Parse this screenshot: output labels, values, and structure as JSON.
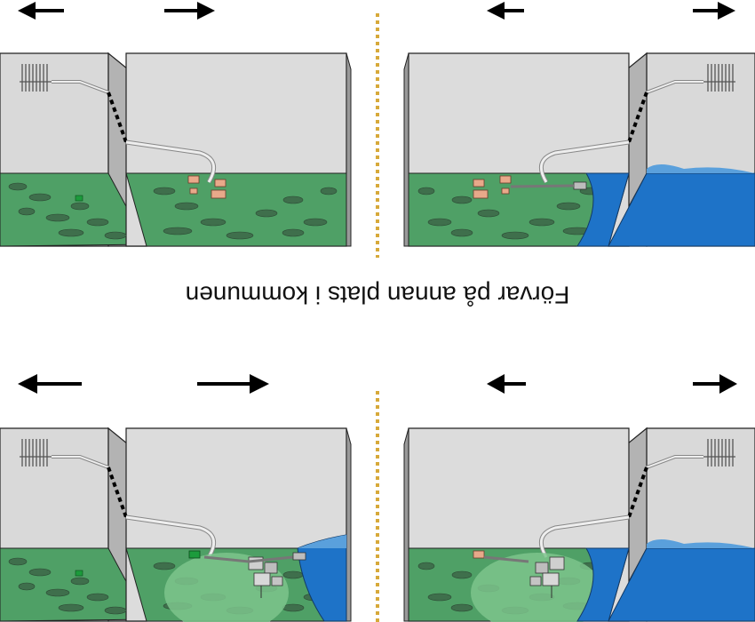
{
  "caption": "Förvar på annan plats i kommunen",
  "caption_orientation": "rotated-180",
  "colors": {
    "block_face": "#d8d8d8",
    "block_top": "#e6e6e6",
    "block_side": "#b4b4b4",
    "land": "#4fa066",
    "land_light": "#7cc48c",
    "trees": "#3f6f4c",
    "sea": "#1e73c8",
    "sea_light": "#5aa0dc",
    "divider": "#d7a93a",
    "arrow": "#000000",
    "house": "#e8a98a",
    "facility": "#cfcfcf"
  },
  "icons": {
    "left_arrow": "arrow-left-icon",
    "right_arrow": "arrow-right-icon",
    "borehole": "borehole-pattern-icon",
    "houses": "house-icon",
    "facility": "repository-building-icon"
  },
  "panels": [
    {
      "id": "top-left",
      "coast": false,
      "facility": false
    },
    {
      "id": "top-right",
      "coast": true,
      "facility": false
    },
    {
      "id": "bottom-left",
      "coast": true,
      "facility": true
    },
    {
      "id": "bottom-right",
      "coast": true,
      "facility": true
    }
  ]
}
